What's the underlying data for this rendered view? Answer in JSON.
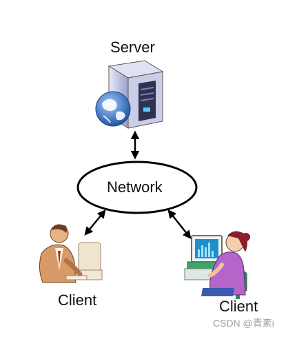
{
  "diagram": {
    "server_label": "Server",
    "network_label": "Network",
    "client_left_label": "Client",
    "client_right_label": "Client",
    "watermark": "CSDN @青素i"
  },
  "icons": {
    "server": "server-with-globe-icon",
    "client_left": "businessman-at-computer-icon",
    "client_right": "woman-at-computer-icon",
    "arrows": "double-headed-arrow"
  },
  "colors": {
    "line": "#000000",
    "server_body": "#c9cde8",
    "globe": "#2f6ec4",
    "client_left_skin": "#d89a66",
    "client_right_shirt": "#b565c9",
    "client_right_chair": "#2e8b57",
    "monitor_screen": "#1e90c8"
  }
}
